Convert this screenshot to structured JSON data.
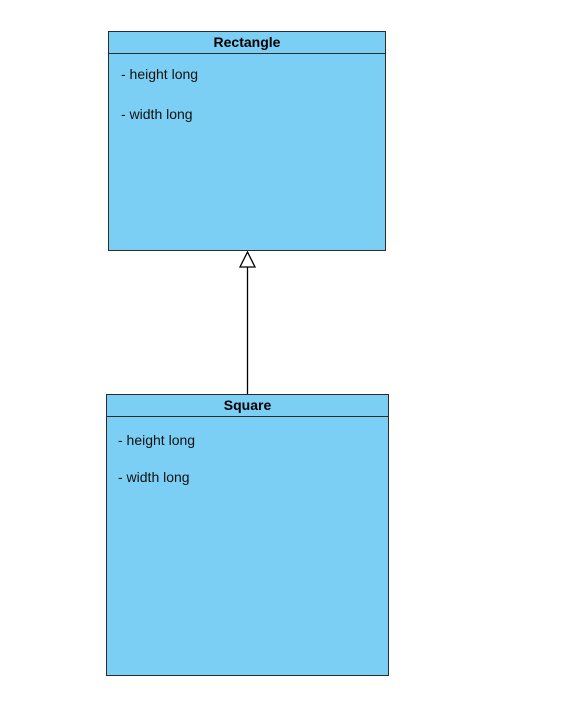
{
  "colors": {
    "class_fill": "#7ccff4",
    "class_border": "#2b2b2b",
    "line": "#000000"
  },
  "diagram": {
    "classes": [
      {
        "name": "Rectangle",
        "attributes": [
          "- height long",
          "- width long"
        ]
      },
      {
        "name": "Square",
        "attributes": [
          "- height long",
          "- width long"
        ]
      }
    ],
    "relationship": {
      "type": "generalization",
      "from": "Square",
      "to": "Rectangle"
    }
  }
}
